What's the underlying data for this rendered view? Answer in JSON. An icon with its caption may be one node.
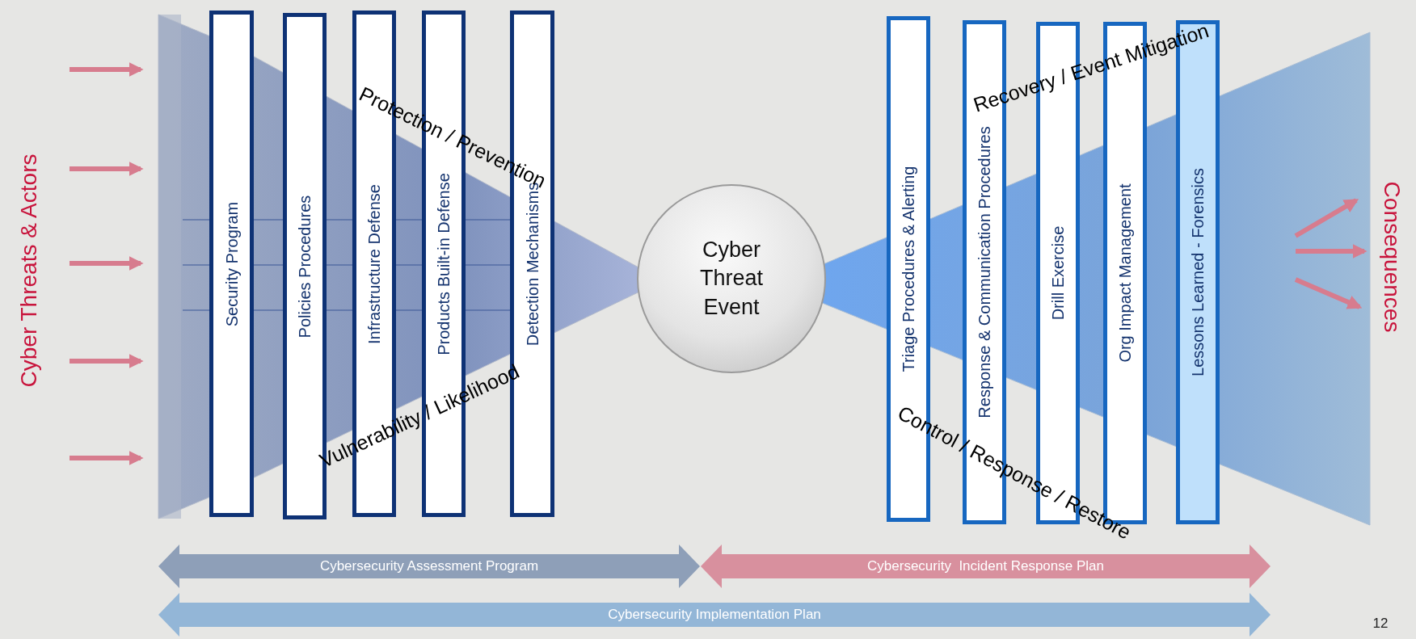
{
  "diagram": {
    "nodes": [
      {
        "text": [
          "Security Program"
        ]
      },
      {
        "text": [
          "Policies Procedures"
        ]
      },
      {
        "text": [
          "Infrastructure Defense"
        ]
      },
      {
        "text": [
          "Products Built-in Defense"
        ]
      },
      {
        "text": [
          "Detection Mechanisms"
        ]
      },
      {
        "text": [
          "Cyber Threat Event"
        ]
      },
      {
        "text": [
          "Triage Procedures & Alerting"
        ]
      },
      {
        "text": [
          "Response & Communication Procedures"
        ]
      },
      {
        "text": [
          "Drill Exercise"
        ]
      },
      {
        "text": [
          "Org Impact Management"
        ]
      },
      {
        "text": [
          "Lessons Learned - Forensics"
        ]
      },
      {
        "text": [
          "Cybersecurity Assessment Program"
        ]
      },
      {
        "text": [
          "Cybersecurity  Incident Response Plan"
        ]
      },
      {
        "text": [
          "Cybersecurity Implementation Plan"
        ]
      }
    ],
    "labels": [
      "Cyber Threats & Actors",
      "Protection / Prevention",
      "Vulnerability / Likelihood",
      "Recovery / Event Mitigation",
      "Control / Response / Restore",
      "Consequences",
      "12"
    ]
  }
}
